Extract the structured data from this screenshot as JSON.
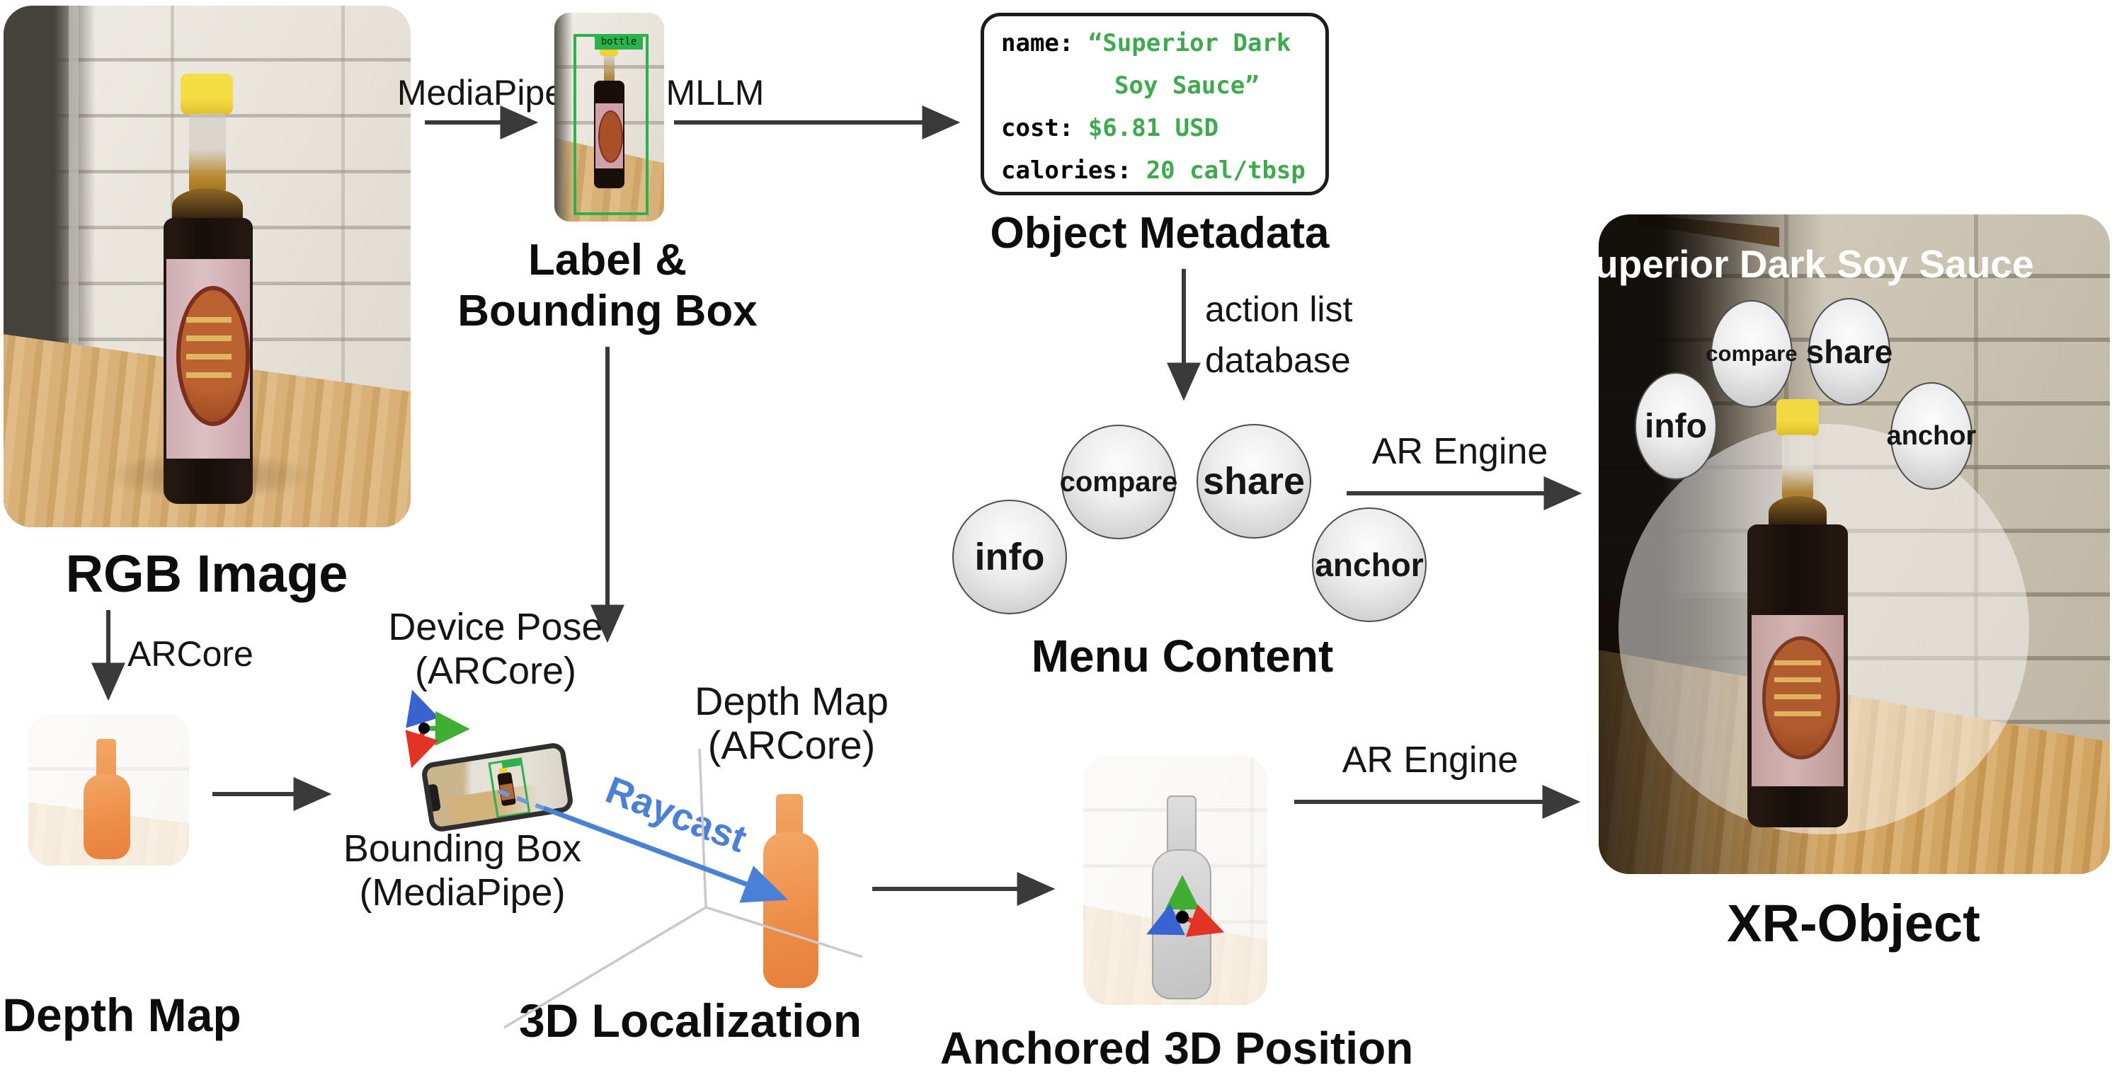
{
  "figure": {
    "rgb_image": {
      "caption": "RGB Image"
    },
    "mediapipe_label": "MediaPipe",
    "mllm_label": "MLLM",
    "label_bbox": {
      "caption_line1": "Label &",
      "caption_line2": "Bounding Box",
      "detection_chip": "bottle"
    },
    "object_metadata": {
      "caption": "Object Metadata",
      "code_rows": [
        {
          "key": "name: ",
          "value": "“Superior Dark"
        },
        {
          "key": "",
          "value": "Soy Sauce”"
        },
        {
          "key": "cost: ",
          "value": "$6.81 USD"
        },
        {
          "key": "calories: ",
          "value": "20 cal/tbsp"
        }
      ]
    },
    "action_list": {
      "line1": "action list",
      "line2": "database"
    },
    "menu_content": {
      "caption": "Menu Content",
      "bubbles": [
        {
          "label": "info"
        },
        {
          "label": "compare"
        },
        {
          "label": "share"
        },
        {
          "label": "anchor"
        }
      ]
    },
    "ar_engine_top_label": "AR Engine",
    "ar_engine_bottom_label": "AR Engine",
    "arcore_label": "ARCore",
    "depth_map": {
      "caption": "Depth Map"
    },
    "localization": {
      "caption": "3D Localization",
      "device_pose_line1": "Device Pose",
      "device_pose_line2": "(ARCore)",
      "bbox_line1": "Bounding Box",
      "bbox_line2": "(MediaPipe)",
      "depth_line1": "Depth Map",
      "depth_line2": "(ARCore)",
      "raycast_label": "Raycast"
    },
    "anchored": {
      "caption": "Anchored 3D Position"
    },
    "xr_object": {
      "caption": "XR-Object",
      "title": "Superior Dark Soy Sauce",
      "bubbles": [
        {
          "label": "info"
        },
        {
          "label": "compare"
        },
        {
          "label": "share"
        },
        {
          "label": "anchor"
        }
      ]
    }
  },
  "colors": {
    "code_green": "#3fa94e",
    "bbox_green": "#2bb24c",
    "raycast_blue": "#4a80d6",
    "axis_red": "#e23325",
    "axis_green": "#3fae33",
    "axis_blue": "#3a63d2",
    "arrow_dark": "#3a3a3a",
    "cap_yellow": "#efd42f"
  }
}
